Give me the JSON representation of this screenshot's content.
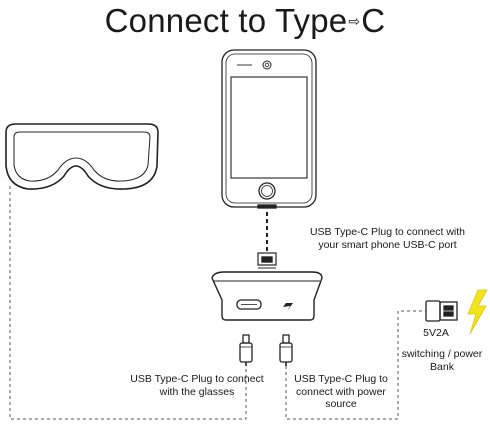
{
  "title": {
    "text": "Connect to Type",
    "arrow": "⇨",
    "suffix": "C"
  },
  "captions": {
    "phone_port": "USB Type-C Plug to connect with your smart phone USB-C port",
    "glasses_plug": "USB Type-C Plug to connect with the glasses",
    "power_plug": "USB Type-C Plug to connect with power source",
    "power_rating": "5V2A",
    "power_bank": "switching / power Bank"
  },
  "icons": {
    "phone": "smartphone-icon",
    "glasses": "vr-glasses-icon",
    "adapter": "adapter-hub-icon",
    "usb_a": "usb-a-plug-icon",
    "lightning": "lightning-bolt-icon"
  },
  "colors": {
    "line": "#222222",
    "bolt": "#f2e31b",
    "dash": "#555555"
  }
}
